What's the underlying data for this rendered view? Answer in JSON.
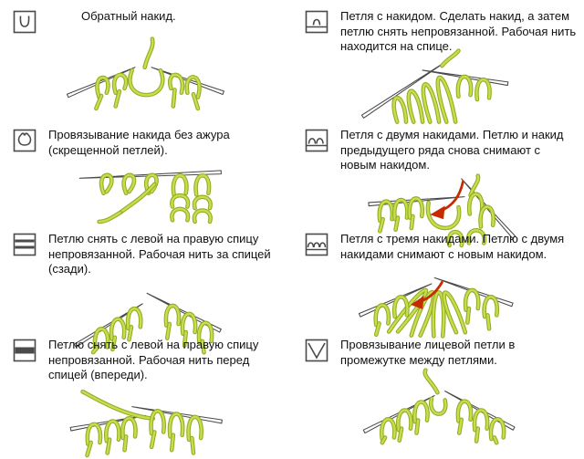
{
  "colors": {
    "yarn_fill": "#c9dc4e",
    "yarn_outline": "#8fad22",
    "needle": "#4a4a4a",
    "arrow_red": "#c62b00",
    "symbol": "#4a4a4a",
    "text": "#111111",
    "background": "#ffffff"
  },
  "entries": [
    {
      "symbol": "reverse-yarnover",
      "text": "Обратный накид."
    },
    {
      "symbol": "loop-with-yarnover",
      "text": "Петля с накидом. Сделать накид, а затем петлю снять непровязанной. Рабочая нить находится на спице."
    },
    {
      "symbol": "crossed-loop",
      "text": "Провязывание накида без ажура (скрещенной петлей)."
    },
    {
      "symbol": "loop-two-yarnovers",
      "text": "Петля с двумя накидами. Петлю и накид преды­дущего ряда снова снимают с новым накидом."
    },
    {
      "symbol": "slip-stitch-yarn-back",
      "text": "Петлю снять с левой на правую спицу непровя­занной. Рабочая нить за спицей (сзади)."
    },
    {
      "symbol": "loop-three-yarnovers",
      "text": "Петля с тремя накидами. Петлю с двумя накида­ми снимают с новым накидом."
    },
    {
      "symbol": "slip-stitch-yarn-front",
      "text": "Петлю снять с левой на правую спицу непровя­занной. Рабочая нить перед спицей (впереди)."
    },
    {
      "symbol": "knit-between-stitches",
      "text": "Провязывание лицевой петли в промежутке между петлями."
    }
  ]
}
